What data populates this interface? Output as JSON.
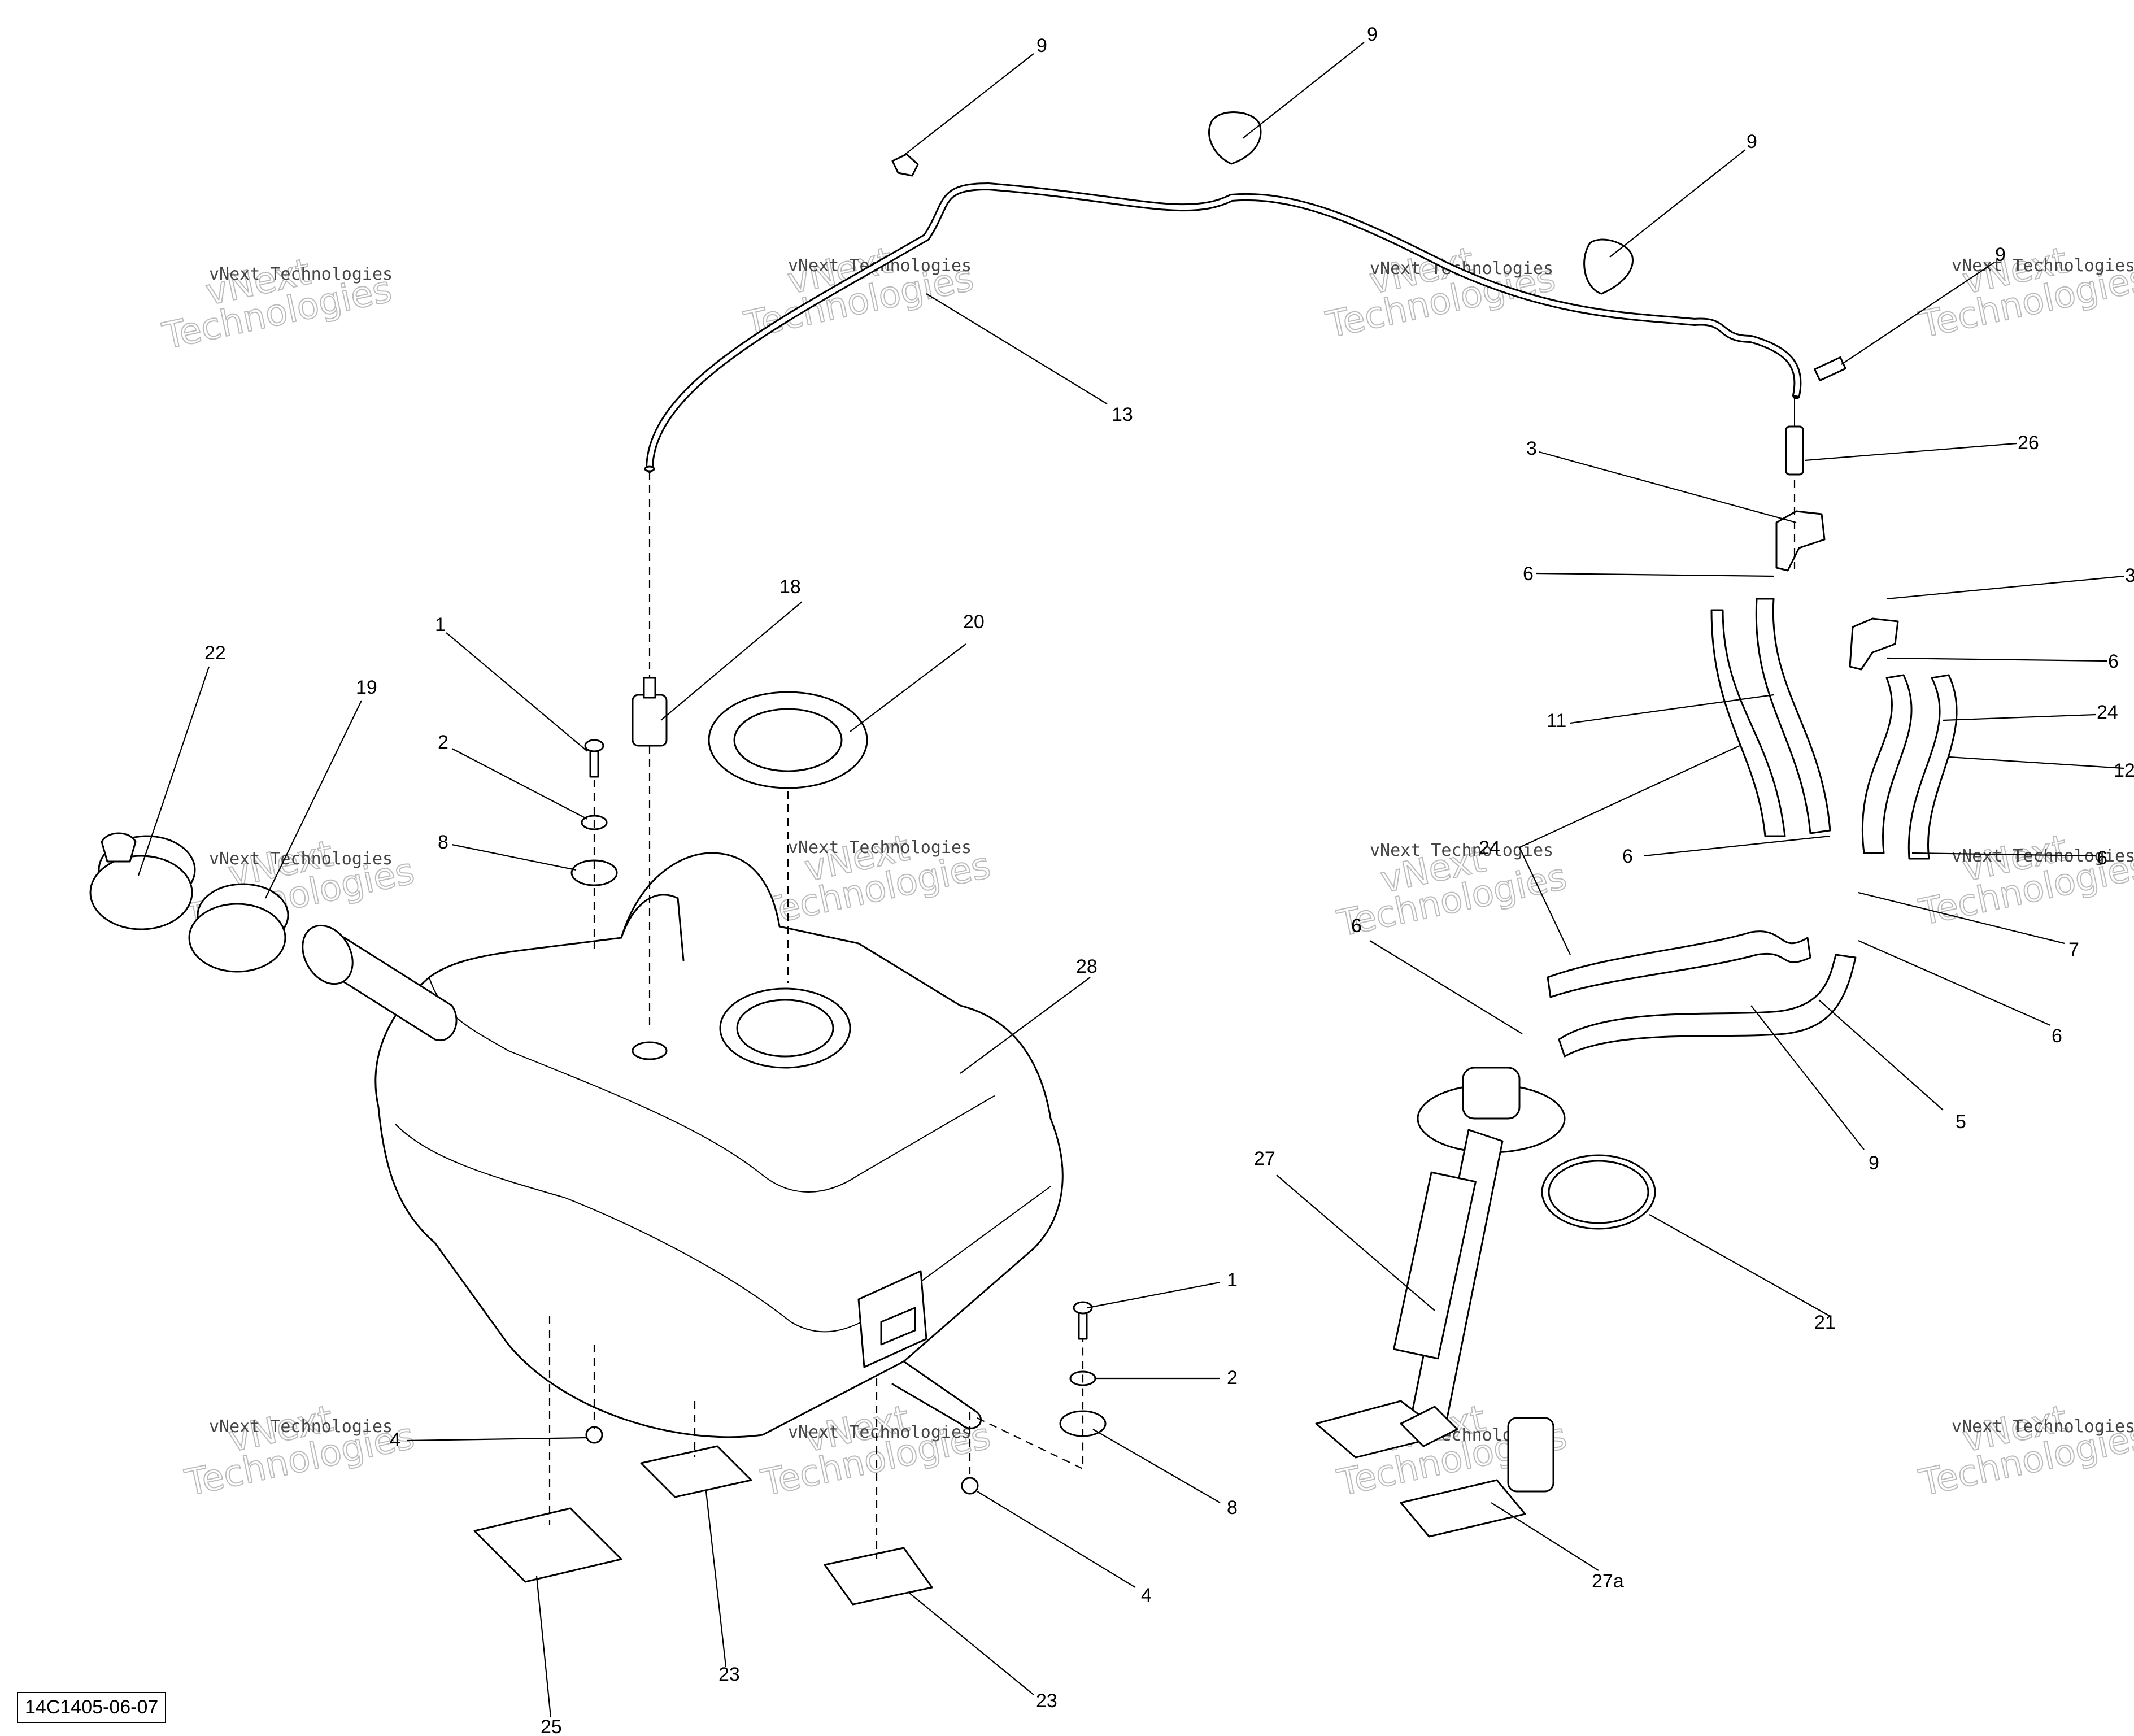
{
  "reference_code": "14C1405-06-07",
  "watermark": {
    "line1": "vNext Technologies",
    "line2": "vNext",
    "line3": "Technologies"
  },
  "callouts": [
    {
      "id": "c9a",
      "text": "9"
    },
    {
      "id": "c9b",
      "text": "9"
    },
    {
      "id": "c9c",
      "text": "9"
    },
    {
      "id": "c9d",
      "text": "9"
    },
    {
      "id": "c13",
      "text": "13"
    },
    {
      "id": "c26",
      "text": "26"
    },
    {
      "id": "c3a",
      "text": "3"
    },
    {
      "id": "c3b",
      "text": "3"
    },
    {
      "id": "c6a",
      "text": "6"
    },
    {
      "id": "c6b",
      "text": "6"
    },
    {
      "id": "c6c",
      "text": "6"
    },
    {
      "id": "c6d",
      "text": "6"
    },
    {
      "id": "c6e",
      "text": "6"
    },
    {
      "id": "c6f",
      "text": "6"
    },
    {
      "id": "c11",
      "text": "11"
    },
    {
      "id": "c24a",
      "text": "24"
    },
    {
      "id": "c24b",
      "text": "24"
    },
    {
      "id": "c12",
      "text": "12"
    },
    {
      "id": "c7",
      "text": "7"
    },
    {
      "id": "c5",
      "text": "5"
    },
    {
      "id": "c9e",
      "text": "9"
    },
    {
      "id": "c18",
      "text": "18"
    },
    {
      "id": "c20",
      "text": "20"
    },
    {
      "id": "c1a",
      "text": "1"
    },
    {
      "id": "c2a",
      "text": "2"
    },
    {
      "id": "c8a",
      "text": "8"
    },
    {
      "id": "c22",
      "text": "22"
    },
    {
      "id": "c19",
      "text": "19"
    },
    {
      "id": "c28",
      "text": "28"
    },
    {
      "id": "c27",
      "text": "27"
    },
    {
      "id": "c21",
      "text": "21"
    },
    {
      "id": "c1b",
      "text": "1"
    },
    {
      "id": "c2b",
      "text": "2"
    },
    {
      "id": "c8b",
      "text": "8"
    },
    {
      "id": "c4a",
      "text": "4"
    },
    {
      "id": "c4b",
      "text": "4"
    },
    {
      "id": "c23a",
      "text": "23"
    },
    {
      "id": "c23b",
      "text": "23"
    },
    {
      "id": "c25",
      "text": "25"
    },
    {
      "id": "c27a",
      "text": "27a"
    }
  ]
}
